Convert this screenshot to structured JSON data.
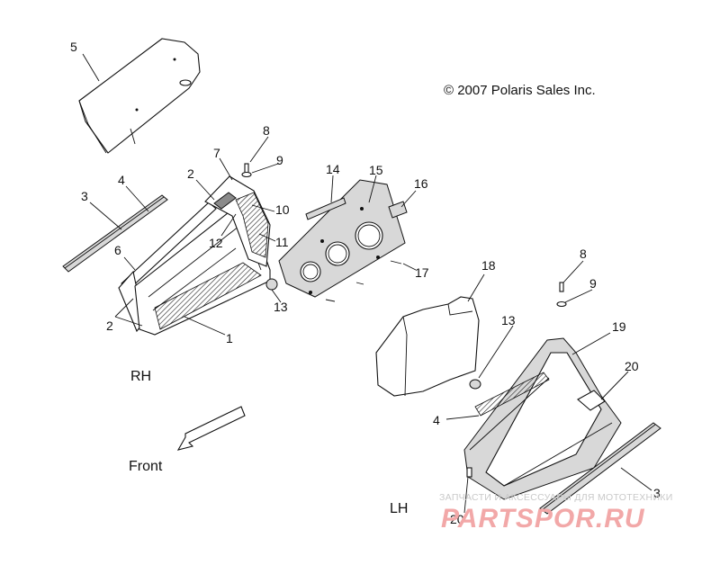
{
  "copyright": "© 2007 Polaris Sales Inc.",
  "side_rh": "RH",
  "side_lh": "LH",
  "front_label": "Front",
  "callouts": {
    "c1": "1",
    "c2a": "2",
    "c2b": "2",
    "c3a": "3",
    "c3b": "3",
    "c4a": "4",
    "c4b": "4",
    "c5": "5",
    "c6": "6",
    "c7": "7",
    "c8a": "8",
    "c8b": "8",
    "c9a": "9",
    "c9b": "9",
    "c10": "10",
    "c11": "11",
    "c12": "12",
    "c13a": "13",
    "c13b": "13",
    "c14": "14",
    "c15": "15",
    "c16": "16",
    "c17": "17",
    "c18": "18",
    "c19": "19",
    "c20a": "20",
    "c20b": "20"
  },
  "watermark": {
    "tagline": "ЗАПЧАСТИ И АКСЕССУАРЫ ДЛЯ МОТОТЕХНИКИ",
    "logo": "PARTSPOR.RU"
  }
}
